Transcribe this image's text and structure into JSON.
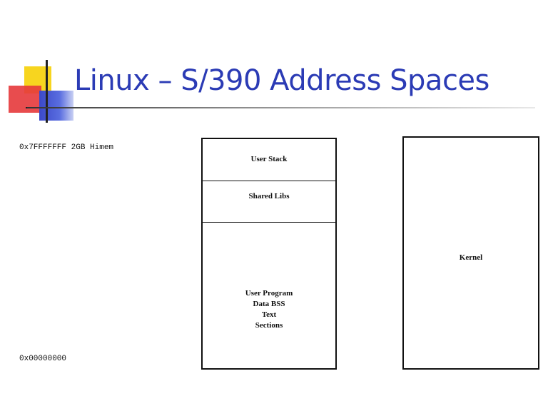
{
  "slide": {
    "title": "Linux – S/390 Address Spaces"
  },
  "addresses": {
    "top": "0x7FFFFFFF 2GB Himem",
    "bottom": "0x00000000"
  },
  "user_space": {
    "segments": {
      "stack": "User Stack",
      "libs": "Shared Libs",
      "program": [
        "User Program",
        "Data BSS",
        "Text",
        "Sections"
      ]
    }
  },
  "kernel_space": {
    "label": "Kernel"
  },
  "colors": {
    "title": "#2b3bb5",
    "logo_yellow": "#f7d51f",
    "logo_red": "#e5383b",
    "logo_blue": "#3b49c9"
  }
}
